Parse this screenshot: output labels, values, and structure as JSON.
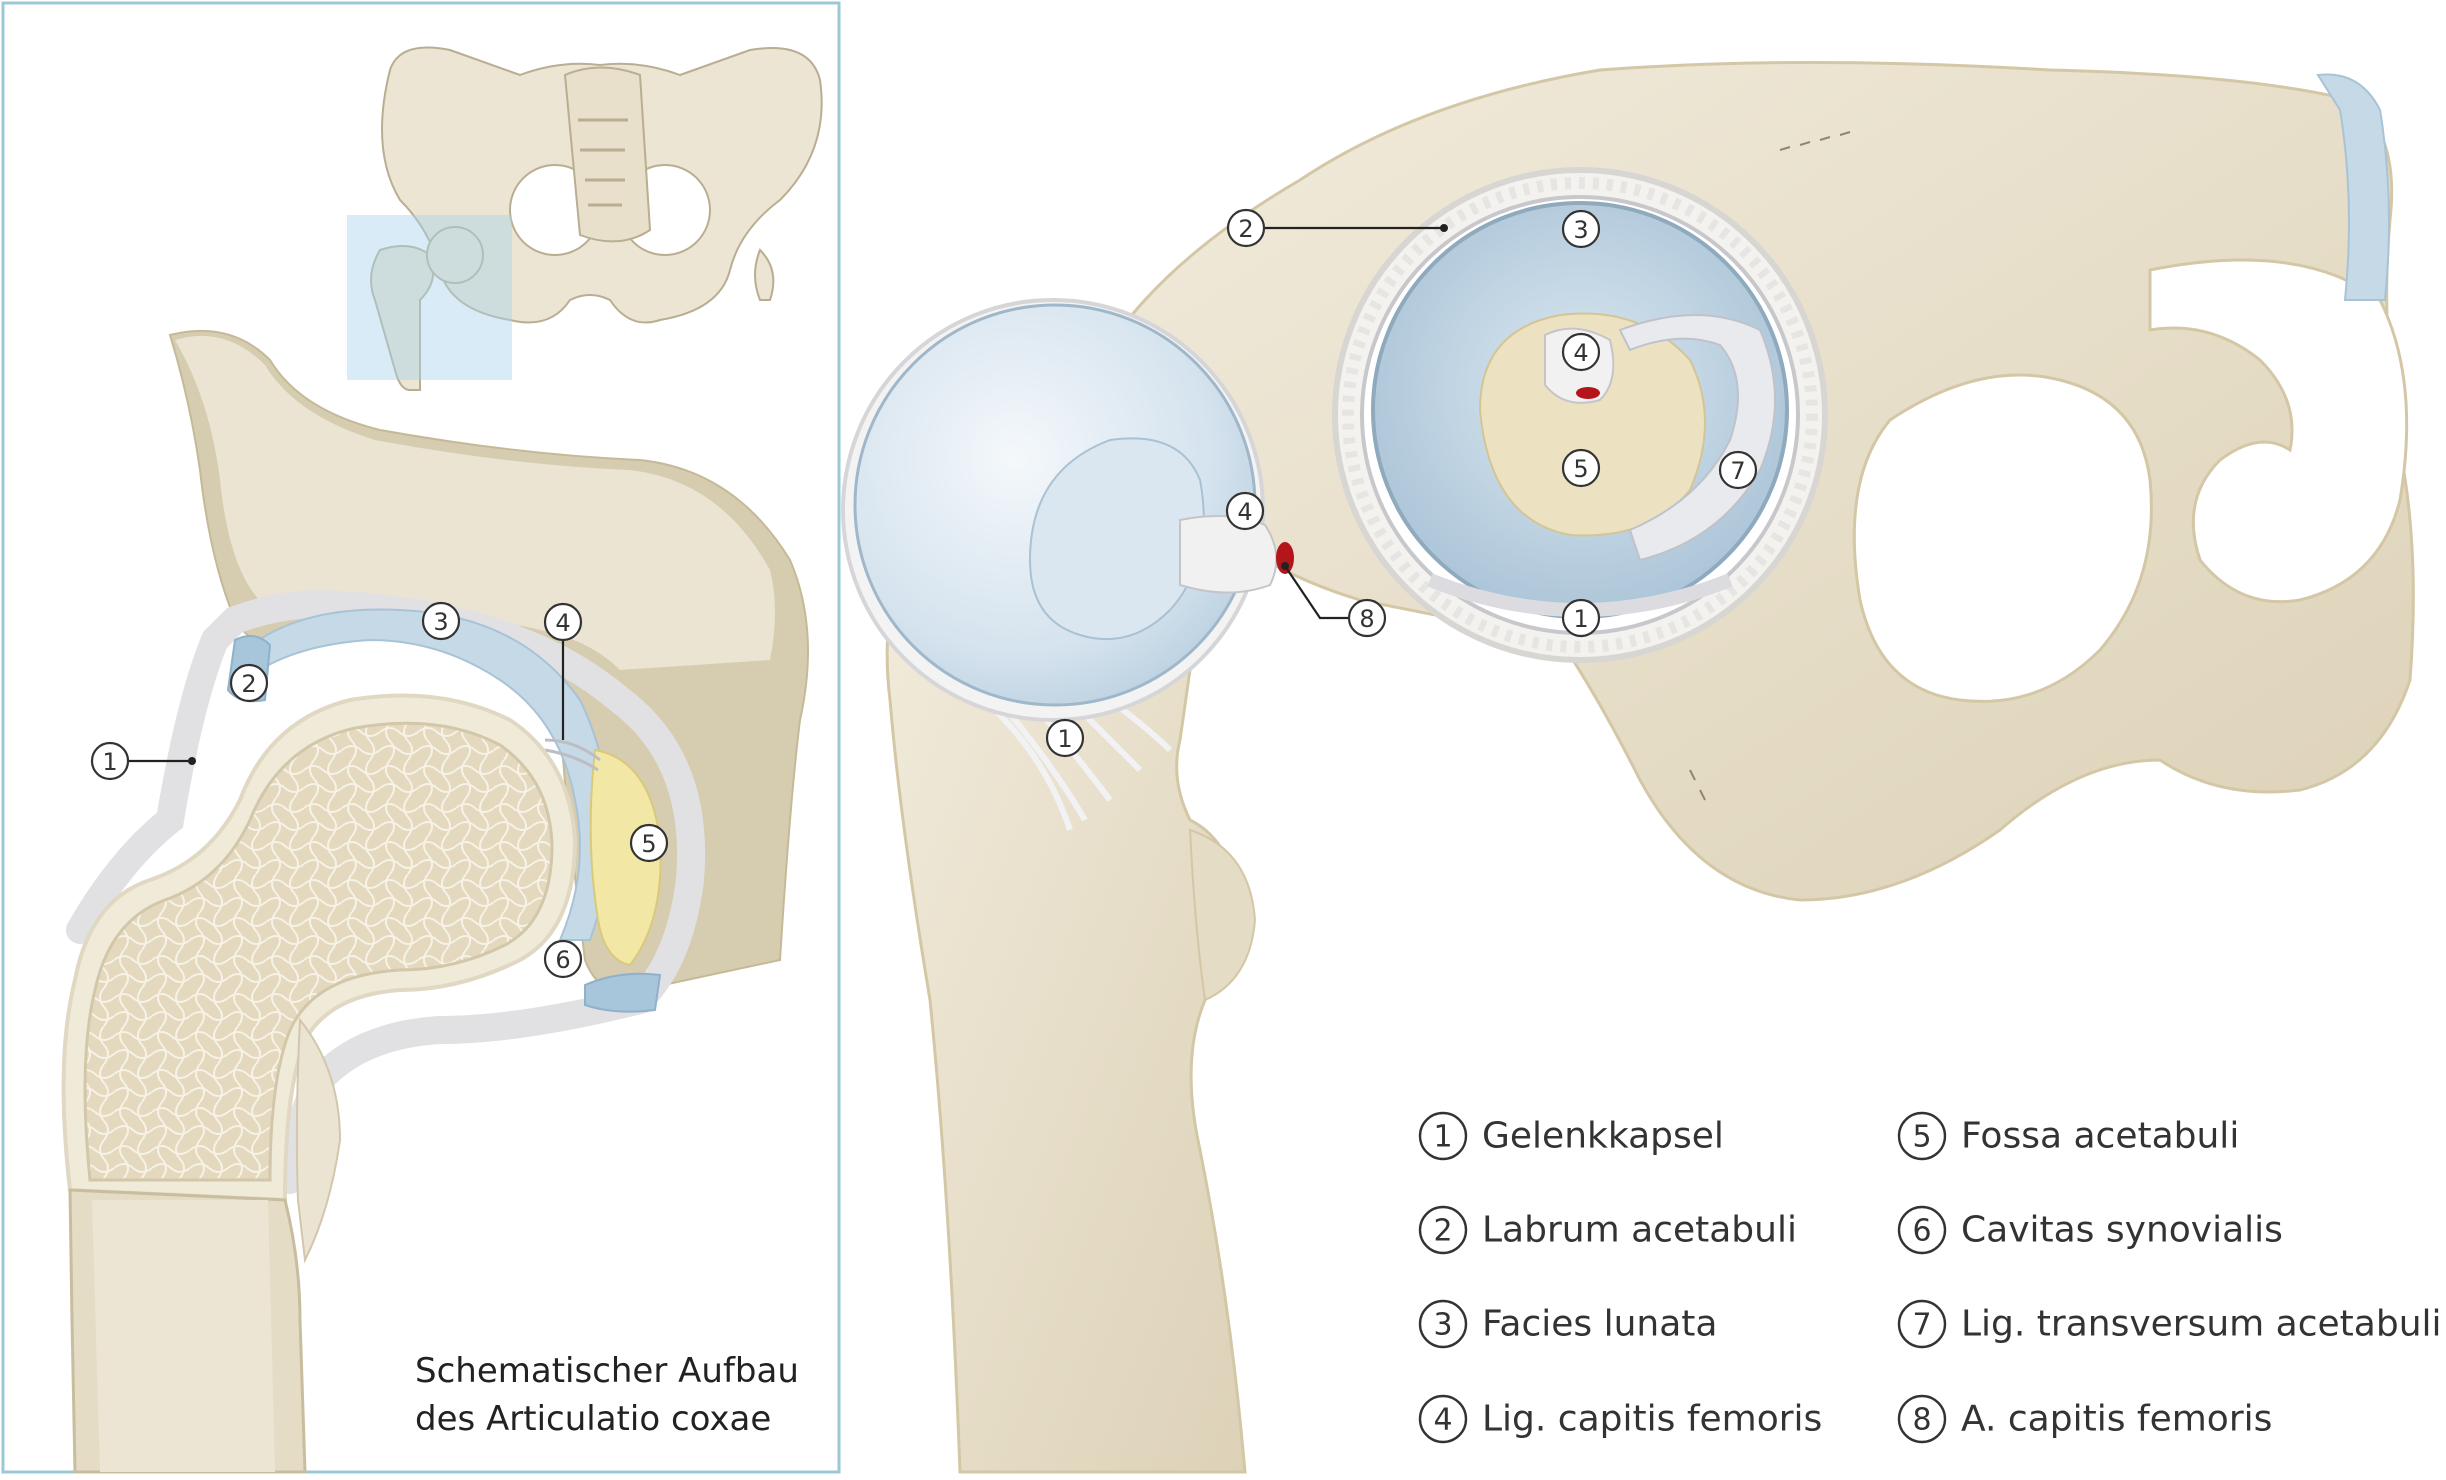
{
  "caption": {
    "line1": "Schematischer Aufbau",
    "line2": "des Articulatio coxae"
  },
  "legend": [
    {
      "num": "1",
      "label": "Gelenkkapsel"
    },
    {
      "num": "2",
      "label": "Labrum acetabuli"
    },
    {
      "num": "3",
      "label": "Facies lunata"
    },
    {
      "num": "4",
      "label": "Lig. capitis femoris"
    },
    {
      "num": "5",
      "label": "Fossa acetabuli"
    },
    {
      "num": "6",
      "label": "Cavitas synovialis"
    },
    {
      "num": "7",
      "label": "Lig. transversum acetabuli"
    },
    {
      "num": "8",
      "label": "A. capitis femoris"
    }
  ],
  "colors": {
    "bone": "#ece5d3",
    "bone_shadow": "#d9cfb6",
    "cartilage": "#c9dbe8",
    "cartilage_light": "#e3edf4",
    "fat": "#f3e7a6",
    "spongy": "#e6dcc4",
    "panel_border": "#9cc7d6",
    "artery": "#b4151b"
  }
}
